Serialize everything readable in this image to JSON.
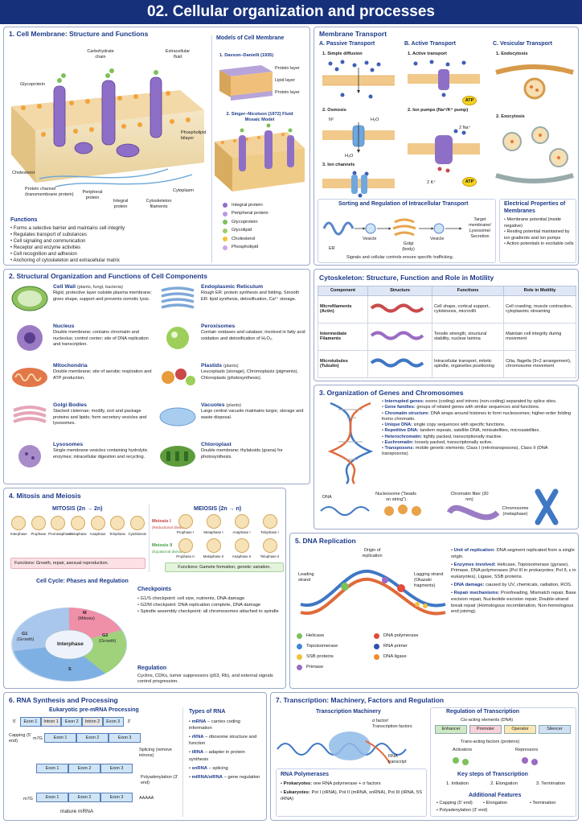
{
  "page_title": "02. Cellular organization and processes",
  "membrane": {
    "title": "1. Cell Membrane: Structure and Functions",
    "labels": {
      "glycoprotein": "Glycoprotein",
      "carb": "Carbohydrate chain",
      "ecf": "Extracellular fluid",
      "phospho": "Phospholipid bilayer",
      "chol": "Cholesterol",
      "channel": "Protein channel (transmembrane protein)",
      "peripheral": "Peripheral protein",
      "integral": "Integral protein",
      "cytoskel": "Cytoskeleton filaments",
      "cytoplasm": "Cytoplasm"
    },
    "functions_title": "Functions",
    "functions": [
      "Forms a selective barrier and maintains cell integrity",
      "Regulates transport of substances",
      "Cell signaling and communication",
      "Receptor and enzyme activities",
      "Cell recognition and adhesion",
      "Anchoring of cytoskeleton and extracellular matrix"
    ]
  },
  "models": {
    "title": "Models of Cell Membrane",
    "m1": "1. Davson–Danielli (1935)",
    "m1_labels": [
      "Protein layer",
      "Lipid layer",
      "Protein layer"
    ],
    "m2": "2. Singer–Nicolson (1972) Fluid Mosaic Model",
    "legend": [
      "Integral protein",
      "Peripheral protein",
      "Glycoprotein",
      "Glycolipid",
      "Cholesterol",
      "Phospholipid"
    ]
  },
  "transport": {
    "title": "Membrane Transport",
    "a": "A. Passive Transport",
    "b": "B. Active Transport",
    "c": "C. Vesicular Transport",
    "a1": "1. Simple diffusion",
    "a2": "2. Osmosis",
    "a3": "3. Ion channels",
    "b1": "1. Active transport",
    "b2": "2. Ion pumps (Na⁺/K⁺ pump)",
    "c1": "1. Endocytosis",
    "c2": "2. Exocytosis",
    "atp": "ATP",
    "h2o": "H₂O",
    "n2": "N²",
    "na": "2 Na⁺",
    "k": "2 K⁺"
  },
  "sorting": {
    "title": "Sorting and Regulation of Intracellular Transport",
    "labels": [
      "ER",
      "Vesicle",
      "Golgi (body)",
      "Vesicle",
      "Target membrane/ Lysosome/ Secretion"
    ],
    "note": "Signals and cellular controls ensure specific trafficking."
  },
  "electrical": {
    "title": "Electrical Properties of Membranes",
    "items": [
      "Membrane potential (inside negative)",
      "Resting potential maintained by ion gradients and ion pumps",
      "Action potentials in excitable cells"
    ]
  },
  "components": {
    "title": "2. Structural Organization and Functions of Cell Components",
    "left": [
      {
        "name": "Cell Wall",
        "note": "(plants, fungi, bacteria)",
        "desc": "Rigid, protective layer outside plasma membrane; gives shape, support and prevents osmotic lysis.",
        "color": "#8fc25e"
      },
      {
        "name": "Nucleus",
        "note": "",
        "desc": "Double membrane; contains chromatin and nucleolus; control center; site of DNA replication and transcription.",
        "color": "#9b7cc4"
      },
      {
        "name": "Mitochondria",
        "note": "",
        "desc": "Double membrane; site of aerobic respiration and ATP production.",
        "color": "#e2774a"
      },
      {
        "name": "Golgi Bodies",
        "note": "",
        "desc": "Stacked cisternae; modify, sort and package proteins and lipids; form secretory vesicles and lysosomes.",
        "color": "#e6a6b8"
      },
      {
        "name": "Lysosomes",
        "note": "",
        "desc": "Single membrane vesicles containing hydrolytic enzymes; intracellular digestion and recycling.",
        "color": "#a88bc9"
      }
    ],
    "right": [
      {
        "name": "Endoplasmic Reticulum",
        "note": "",
        "desc": "Rough ER: protein synthesis and folding. Smooth ER: lipid synthesis, detoxification, Ca²⁺ storage.",
        "color": "#7fa8d8"
      },
      {
        "name": "Peroxisomes",
        "note": "",
        "desc": "Contain oxidases and catalase; involved in fatty acid oxidation and detoxification of H₂O₂.",
        "color": "#9dcf5a"
      },
      {
        "name": "Plastids",
        "note": "(plants)",
        "desc": "Leucoplasts (storage), Chromoplasts (pigments), Chloroplasts (photosynthesis).",
        "color": "#e79b3b"
      },
      {
        "name": "Vacuoles",
        "note": "(plants)",
        "desc": "Large central vacuole maintains turgor, storage and waste disposal.",
        "color": "#a9cdef"
      },
      {
        "name": "Chloroplast",
        "note": "",
        "desc": "Double membrane; thylakoids (grana) for photosynthesis.",
        "color": "#5e9b3d"
      }
    ]
  },
  "cytoskeleton": {
    "title": "Cytoskeleton: Structure, Function and Role in Motility",
    "headers": [
      "Component",
      "Structure",
      "Functions",
      "Role in Motility"
    ],
    "rows": [
      {
        "c": "Microfilaments (Actin)",
        "f": "Cell shape, cortical support, cytokinesis, microvilli",
        "m": "Cell crawling, muscle contraction, cytoplasmic streaming",
        "color": "#c94a4a"
      },
      {
        "c": "Intermediate Filaments",
        "f": "Tensile strength, structural stability, nuclear lamina",
        "m": "Maintain cell integrity during movement",
        "color": "#9b6bc4"
      },
      {
        "c": "Microtubules (Tubulin)",
        "f": "Intracellular transport, mitotic spindle, organelles positioning",
        "m": "Cilia, flagella (9+2 arrangement), chromosome movement",
        "color": "#3f77c4"
      }
    ]
  },
  "genes": {
    "title": "3. Organization of Genes and Chromosomes",
    "items": [
      {
        "k": "Interrupted genes:",
        "v": "exons (coding) and introns (non-coding) separated by splice sites."
      },
      {
        "k": "Gene families:",
        "v": "groups of related genes with similar sequences and functions."
      },
      {
        "k": "Chromatin structure:",
        "v": "DNA wraps around histones to form nucleosomes; higher-order folding forms chromatin."
      },
      {
        "k": "Unique DNA:",
        "v": "single copy sequences with specific functions."
      },
      {
        "k": "Repetitive DNA:",
        "v": "tandem repeats, satellite DNA, minisatellites, microsatellites."
      },
      {
        "k": "Heterochromatin:",
        "v": "tightly packed, transcriptionally inactive."
      },
      {
        "k": "Euchromatin:",
        "v": "loosely packed, transcriptionally active."
      },
      {
        "k": "Transposons:",
        "v": "mobile genetic elements; Class I (retrotransposons), Class II (DNA transposons)."
      }
    ],
    "chain": [
      "DNA",
      "Nucleosome (\"beads on string\")",
      "Chromatin fiber (30 nm)",
      "Chromosome (metaphase)"
    ]
  },
  "mitosis": {
    "title": "4. Mitosis and Meiosis",
    "mitosis_title": "MITOSIS (2n → 2n)",
    "phases": [
      "Interphase",
      "Prophase",
      "Prometaphase",
      "Metaphase",
      "Anaphase",
      "Telophase",
      "Cytokinesis"
    ],
    "mitosis_func": "Functions: Growth, repair, asexual reproduction.",
    "meiosis_title": "MEIOSIS (2n → n)",
    "m1": "Meiosis I",
    "m1_sub": "(Reductional division)",
    "m1_phases": [
      "Prophase I",
      "Metaphase I",
      "Anaphase I",
      "Telophase I"
    ],
    "m2": "Meiosis II",
    "m2_sub": "(Equational division)",
    "m2_phases": [
      "Prophase II",
      "Metaphase II",
      "Anaphase II",
      "Telophase II"
    ],
    "meiosis_func": "Functions: Gamete formation, genetic variation."
  },
  "cellcycle": {
    "title": "Cell Cycle: Phases and Regulation",
    "labels": {
      "m": "M",
      "m_sub": "(Mitosis)",
      "g1": "G1",
      "g1_sub": "(Growth)",
      "g2": "G2",
      "g2_sub": "(Growth)",
      "s": "S",
      "inter": "Interphase"
    },
    "check_title": "Checkpoints",
    "checks": [
      "G1/S checkpoint: cell size, nutrients, DNA damage",
      "G2/M checkpoint: DNA replication complete, DNA damage",
      "Spindle assembly checkpoint: all chromosomes attached to spindle"
    ],
    "reg_title": "Regulation",
    "reg": "Cyclins, CDKs, tumor suppressors (p53, Rb), and external signals control progression."
  },
  "replication": {
    "title": "5. DNA Replication",
    "origin": "Origin of replication",
    "leading": "Leading strand",
    "lagging": "Lagging strand (Okazaki fragments)",
    "legend": [
      {
        "n": "Helicase",
        "c": "#7cc15a"
      },
      {
        "n": "DNA polymerase",
        "c": "#e24a3a"
      },
      {
        "n": "Topoisomerase",
        "c": "#3f86d1"
      },
      {
        "n": "RNA primer",
        "c": "#2f4fa8"
      },
      {
        "n": "SSB proteins",
        "c": "#f2c13a"
      },
      {
        "n": "DNA ligase",
        "c": "#f08c2a"
      },
      {
        "n": "Primase",
        "c": "#9a6bc2"
      }
    ],
    "items": [
      {
        "k": "Unit of replication:",
        "v": "DNA segment replicated from a single origin."
      },
      {
        "k": "Enzymes involved:",
        "v": "Helicase, Topoisomerase (gyrase), Primase, DNA polymerases (Pol III in prokaryotes; Pol δ, ε in eukaryotes), Ligase, SSB proteins."
      },
      {
        "k": "DNA damage:",
        "v": "caused by UV, chemicals, radiation, ROS."
      },
      {
        "k": "Repair mechanisms:",
        "v": "Proofreading, Mismatch repair, Base excision repair, Nucleotide excision repair, Double-strand break repair (Homologous recombination, Non-homologous end joining)."
      }
    ]
  },
  "rna": {
    "title": "6. RNA Synthesis and Processing",
    "pre": "Eukaryotic pre-mRNA Processing",
    "pre_row": [
      "5'",
      "Exon 1",
      "Intron 1",
      "Exon 2",
      "Intron 2",
      "Exon 3",
      "3'"
    ],
    "capping": "Capping (5' end)",
    "splicing": "Splicing (remove introns)",
    "polyA": "Polyadenylation (3' end)",
    "m7g": "m7G",
    "exons": [
      "Exon 1",
      "Exon 2",
      "Exon 3"
    ],
    "tail": "AAAAA",
    "mature": "mature mRNA",
    "types_title": "Types of RNA",
    "types": [
      {
        "k": "mRNA",
        "v": "– carries coding information"
      },
      {
        "k": "rRNA",
        "v": "– ribosome structure and function"
      },
      {
        "k": "tRNA",
        "v": "– adapter in protein synthesis"
      },
      {
        "k": "snRNA",
        "v": "– splicing"
      },
      {
        "k": "miRNA/siRNA",
        "v": "– gene regulation"
      }
    ]
  },
  "transcription": {
    "title": "7. Transcription: Machinery, Factors and Regulation",
    "machinery": "Transcription Machinery",
    "sigma": "σ factor/ Transcription factors",
    "rna_transcript": "RNA transcript",
    "pol_title": "RNA Polymerases",
    "pol": [
      {
        "k": "Prokaryotes:",
        "v": "one RNA polymerase + σ factors"
      },
      {
        "k": "Eukaryotes:",
        "v": "Pol I (rRNA), Pol II (mRNA, snRNA), Pol III (tRNA, 5S rRNA)"
      }
    ],
    "reg_title": "Regulation of Transcription",
    "cis": "Cis-acting elements (DNA)",
    "elements": [
      "Enhancer",
      "Promoter",
      "Operator",
      "Silencer"
    ],
    "trans": "Trans-acting factors (proteins)",
    "activators": "Activators",
    "repressors": "Repressors",
    "steps_title": "Key steps of Transcription",
    "steps": [
      "1. Initiation",
      "2. Elongation",
      "3. Termination"
    ],
    "add_title": "Additional Features",
    "add": [
      "Capping (5' end)",
      "Elongation",
      "Termination",
      "Polyadenylation (3' end)"
    ]
  }
}
